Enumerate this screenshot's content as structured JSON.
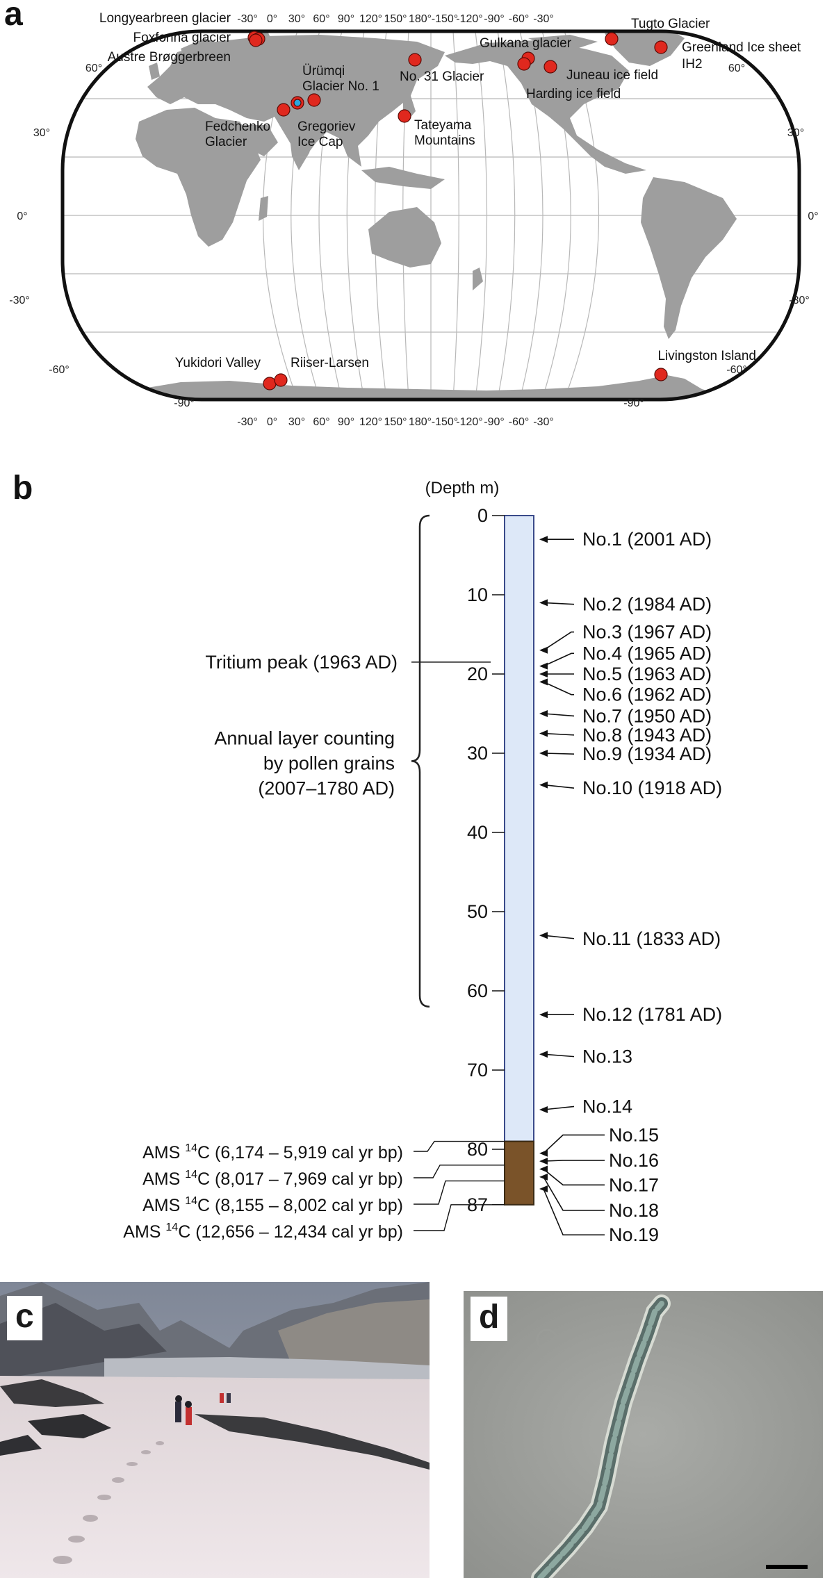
{
  "panels": {
    "a": "a",
    "b": "b",
    "c": "c",
    "d": "d"
  },
  "map": {
    "lon_labels": [
      "-30°",
      "0°",
      "30°",
      "60°",
      "90°",
      "120°",
      "150°",
      "180°",
      "-150°",
      "-120°",
      "-90°",
      "-60°",
      "-30°"
    ],
    "lat_labels_left": [
      "60°",
      "30°",
      "0°",
      "-30°",
      "-60°",
      "-90°"
    ],
    "lat_labels_right": [
      "60°",
      "30°",
      "0°",
      "-30°",
      "-60°",
      "-90°"
    ],
    "ocean_color": "#ffffff",
    "land_color": "#9e9e9e",
    "marker_color": "#e0281e",
    "special_marker_color": "#2aa7de",
    "sites": [
      {
        "name": "Longyearbreen glacier"
      },
      {
        "name": "Foxfonna glacier"
      },
      {
        "name": "Austre Brøggerbreen"
      },
      {
        "name": "Ürümqi Glacier No. 1",
        "special": true
      },
      {
        "name": "No. 31 Glacier"
      },
      {
        "name": "Fedchenko Glacier"
      },
      {
        "name": "Gregoriev Ice Cap"
      },
      {
        "name": "Tateyama Mountains"
      },
      {
        "name": "Gulkana glacier"
      },
      {
        "name": "Juneau ice field"
      },
      {
        "name": "Harding ice field"
      },
      {
        "name": "Tugto Glacier"
      },
      {
        "name": "Greenland Ice sheet IH2"
      },
      {
        "name": "Yukidori Valley"
      },
      {
        "name": "Riiser-Larsen"
      },
      {
        "name": "Livingston Island"
      }
    ],
    "labels": {
      "longyearbreen": "Longyearbreen glacier",
      "foxfonna": "Foxfonna glacier",
      "austre": "Austre Brøggerbreen",
      "urumqi_1": "Ürümqi",
      "urumqi_2": "Glacier No. 1",
      "no31": "No. 31 Glacier",
      "fedchenko_1": "Fedchenko",
      "fedchenko_2": "Glacier",
      "gregoriev_1": "Gregoriev",
      "gregoriev_2": "Ice Cap",
      "tateyama_1": "Tateyama",
      "tateyama_2": "Mountains",
      "gulkana": "Gulkana glacier",
      "juneau": "Juneau ice field",
      "harding": "Harding ice field",
      "tugto": "Tugto Glacier",
      "greenland_1": "Greenland Ice sheet",
      "greenland_2": "IH2",
      "yukidori": "Yukidori Valley",
      "riiser": "Riiser-Larsen",
      "livingston": "Livingston Island"
    }
  },
  "core": {
    "depth_label": "(Depth m)",
    "max_depth": 87,
    "ice_color": "#dde8f8",
    "sediment_color": "#7a5329",
    "outline_color": "#3a4a8a",
    "sediment_top_depth": 79,
    "ticks": [
      0,
      10,
      20,
      30,
      40,
      50,
      60,
      70,
      80,
      87
    ],
    "samples": [
      {
        "label": "No.1 (2001 AD)",
        "depth": 3
      },
      {
        "label": "No.2 (1984 AD)",
        "depth": 11
      },
      {
        "label": "No.3 (1967 AD)",
        "depth": 17
      },
      {
        "label": "No.4 (1965 AD)",
        "depth": 19
      },
      {
        "label": "No.5 (1963 AD)",
        "depth": 20
      },
      {
        "label": "No.6 (1962 AD)",
        "depth": 21
      },
      {
        "label": "No.7 (1950 AD)",
        "depth": 25
      },
      {
        "label": "No.8 (1943 AD)",
        "depth": 27.5
      },
      {
        "label": "No.9 (1934 AD)",
        "depth": 30
      },
      {
        "label": "No.10 (1918 AD)",
        "depth": 34
      },
      {
        "label": "No.11 (1833 AD)",
        "depth": 53
      },
      {
        "label": "No.12 (1781 AD)",
        "depth": 63
      },
      {
        "label": "No.13",
        "depth": 68
      },
      {
        "label": "No.14",
        "depth": 75
      },
      {
        "label": "No.15",
        "depth": 80.5
      },
      {
        "label": "No.16",
        "depth": 81.5
      },
      {
        "label": "No.17",
        "depth": 82.5
      },
      {
        "label": "No.18",
        "depth": 83.5
      },
      {
        "label": "No.19",
        "depth": 85
      }
    ],
    "tritium": {
      "label": "Tritium peak (1963 AD)",
      "depth": 18.5
    },
    "annual_layer": {
      "line1": "Annual layer counting",
      "line2": "by pollen grains",
      "line3": "(2007–1780 AD)",
      "from_depth": 0,
      "to_depth": 62
    },
    "ams": [
      {
        "prefix": "AMS ",
        "sup": "14",
        "rest": "C (6,174 – 5,919 cal yr bp)",
        "depth": 79
      },
      {
        "prefix": "AMS ",
        "sup": "14",
        "rest": "C (8,017 – 7,969 cal yr bp)",
        "depth": 82
      },
      {
        "prefix": "AMS ",
        "sup": "14",
        "rest": "C (8,155 – 8,002 cal yr bp)",
        "depth": 84
      },
      {
        "prefix": "AMS ",
        "sup": "14",
        "rest": "C (12,656 – 12,434 cal yr bp)",
        "depth": 87
      }
    ]
  },
  "photo_d": {
    "scale_bar_color": "#000000"
  }
}
